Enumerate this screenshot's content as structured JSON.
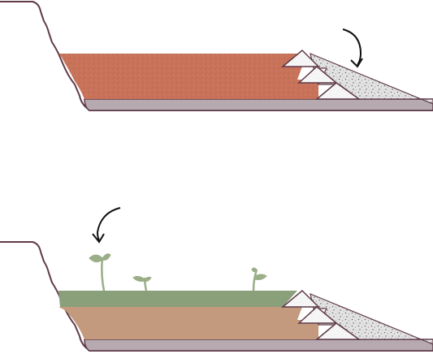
{
  "diagram": {
    "panels": [
      {
        "id": "before",
        "description_layers": [
          "bedrock",
          "exposed-soil",
          "stepped-dam"
        ],
        "colors": {
          "soil": "#c8735a",
          "bedrock": "#b6aab0",
          "gravel": "#d9d9d9",
          "dam_step": "#f4f4f4",
          "outline": "#5f3a48"
        },
        "icons": [
          "curved-arrow-icon"
        ]
      },
      {
        "id": "after",
        "description_layers": [
          "bedrock",
          "restored-soil",
          "vegetation-strip",
          "stepped-dam"
        ],
        "colors": {
          "soil": "#c49a7e",
          "vegetation": "#8aa07a",
          "sprout": "#9aae88",
          "bedrock": "#b6aab0",
          "gravel": "#d9d9d9",
          "dam_step": "#f4f4f4",
          "outline": "#5f3a48"
        },
        "icons": [
          "curved-arrow-icon",
          "sprout-icon",
          "sprout-icon",
          "sprout-icon"
        ]
      }
    ]
  }
}
